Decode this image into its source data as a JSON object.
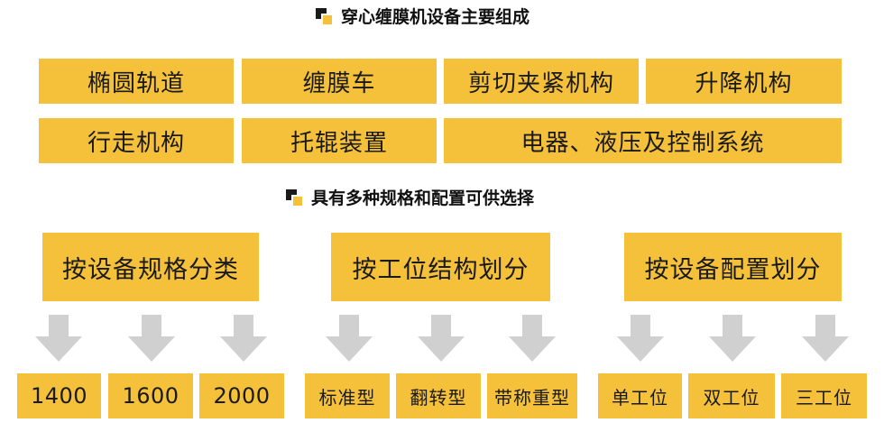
{
  "section1": {
    "title": "穿心缠膜机设备主要组成",
    "components": [
      "椭圆轨道",
      "缠膜车",
      "剪切夹紧机构",
      "升降机构",
      "行走机构",
      "托辊装置",
      "电器、液压及控制系统"
    ]
  },
  "section2": {
    "title": "具有多种规格和配置可供选择",
    "groups": [
      {
        "label": "按设备规格分类",
        "options": [
          "1400",
          "1600",
          "2000"
        ]
      },
      {
        "label": "按工位结构划分",
        "options": [
          "标准型",
          "翻转型",
          "带称重型"
        ]
      },
      {
        "label": "按设备配置划分",
        "options": [
          "单工位",
          "双工位",
          "三工位"
        ]
      }
    ]
  },
  "colors": {
    "accent": "#f5c13a",
    "arrow": "#d0d0d0",
    "text": "#1a1a1a"
  },
  "icons": {
    "bullet": "square-bullet-icon",
    "arrow": "down-arrow-icon"
  }
}
